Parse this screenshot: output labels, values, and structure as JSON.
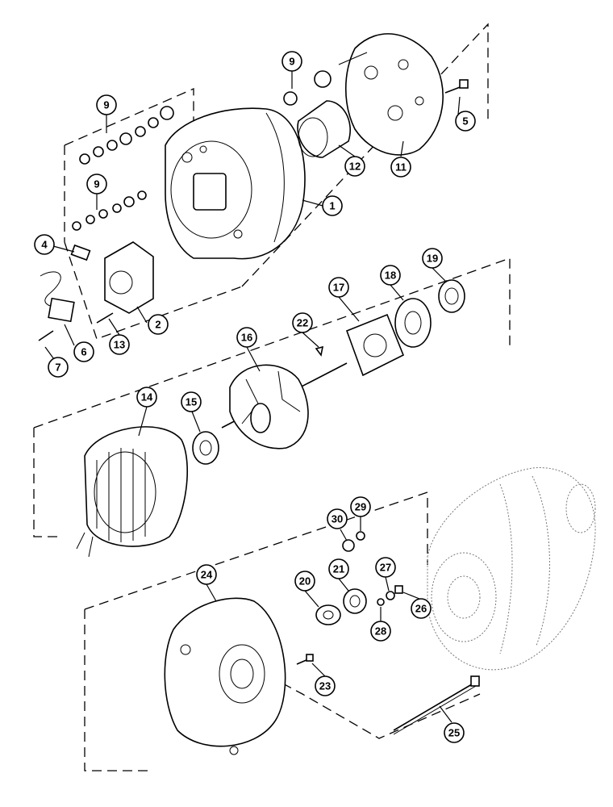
{
  "diagram": {
    "callouts": [
      {
        "id": "c1",
        "label": "1"
      },
      {
        "id": "c2",
        "label": "2"
      },
      {
        "id": "c4",
        "label": "4"
      },
      {
        "id": "c5",
        "label": "5"
      },
      {
        "id": "c6",
        "label": "6"
      },
      {
        "id": "c7",
        "label": "7"
      },
      {
        "id": "c9a",
        "label": "9"
      },
      {
        "id": "c9b",
        "label": "9"
      },
      {
        "id": "c9c",
        "label": "9"
      },
      {
        "id": "c11",
        "label": "11"
      },
      {
        "id": "c12",
        "label": "12"
      },
      {
        "id": "c13",
        "label": "13"
      },
      {
        "id": "c14",
        "label": "14"
      },
      {
        "id": "c15",
        "label": "15"
      },
      {
        "id": "c16",
        "label": "16"
      },
      {
        "id": "c17",
        "label": "17"
      },
      {
        "id": "c18",
        "label": "18"
      },
      {
        "id": "c19",
        "label": "19"
      },
      {
        "id": "c20",
        "label": "20"
      },
      {
        "id": "c21",
        "label": "21"
      },
      {
        "id": "c22",
        "label": "22"
      },
      {
        "id": "c23",
        "label": "23"
      },
      {
        "id": "c24",
        "label": "24"
      },
      {
        "id": "c25",
        "label": "25"
      },
      {
        "id": "c26",
        "label": "26"
      },
      {
        "id": "c27",
        "label": "27"
      },
      {
        "id": "c28",
        "label": "28"
      },
      {
        "id": "c29",
        "label": "29"
      },
      {
        "id": "c30",
        "label": "30"
      }
    ]
  }
}
